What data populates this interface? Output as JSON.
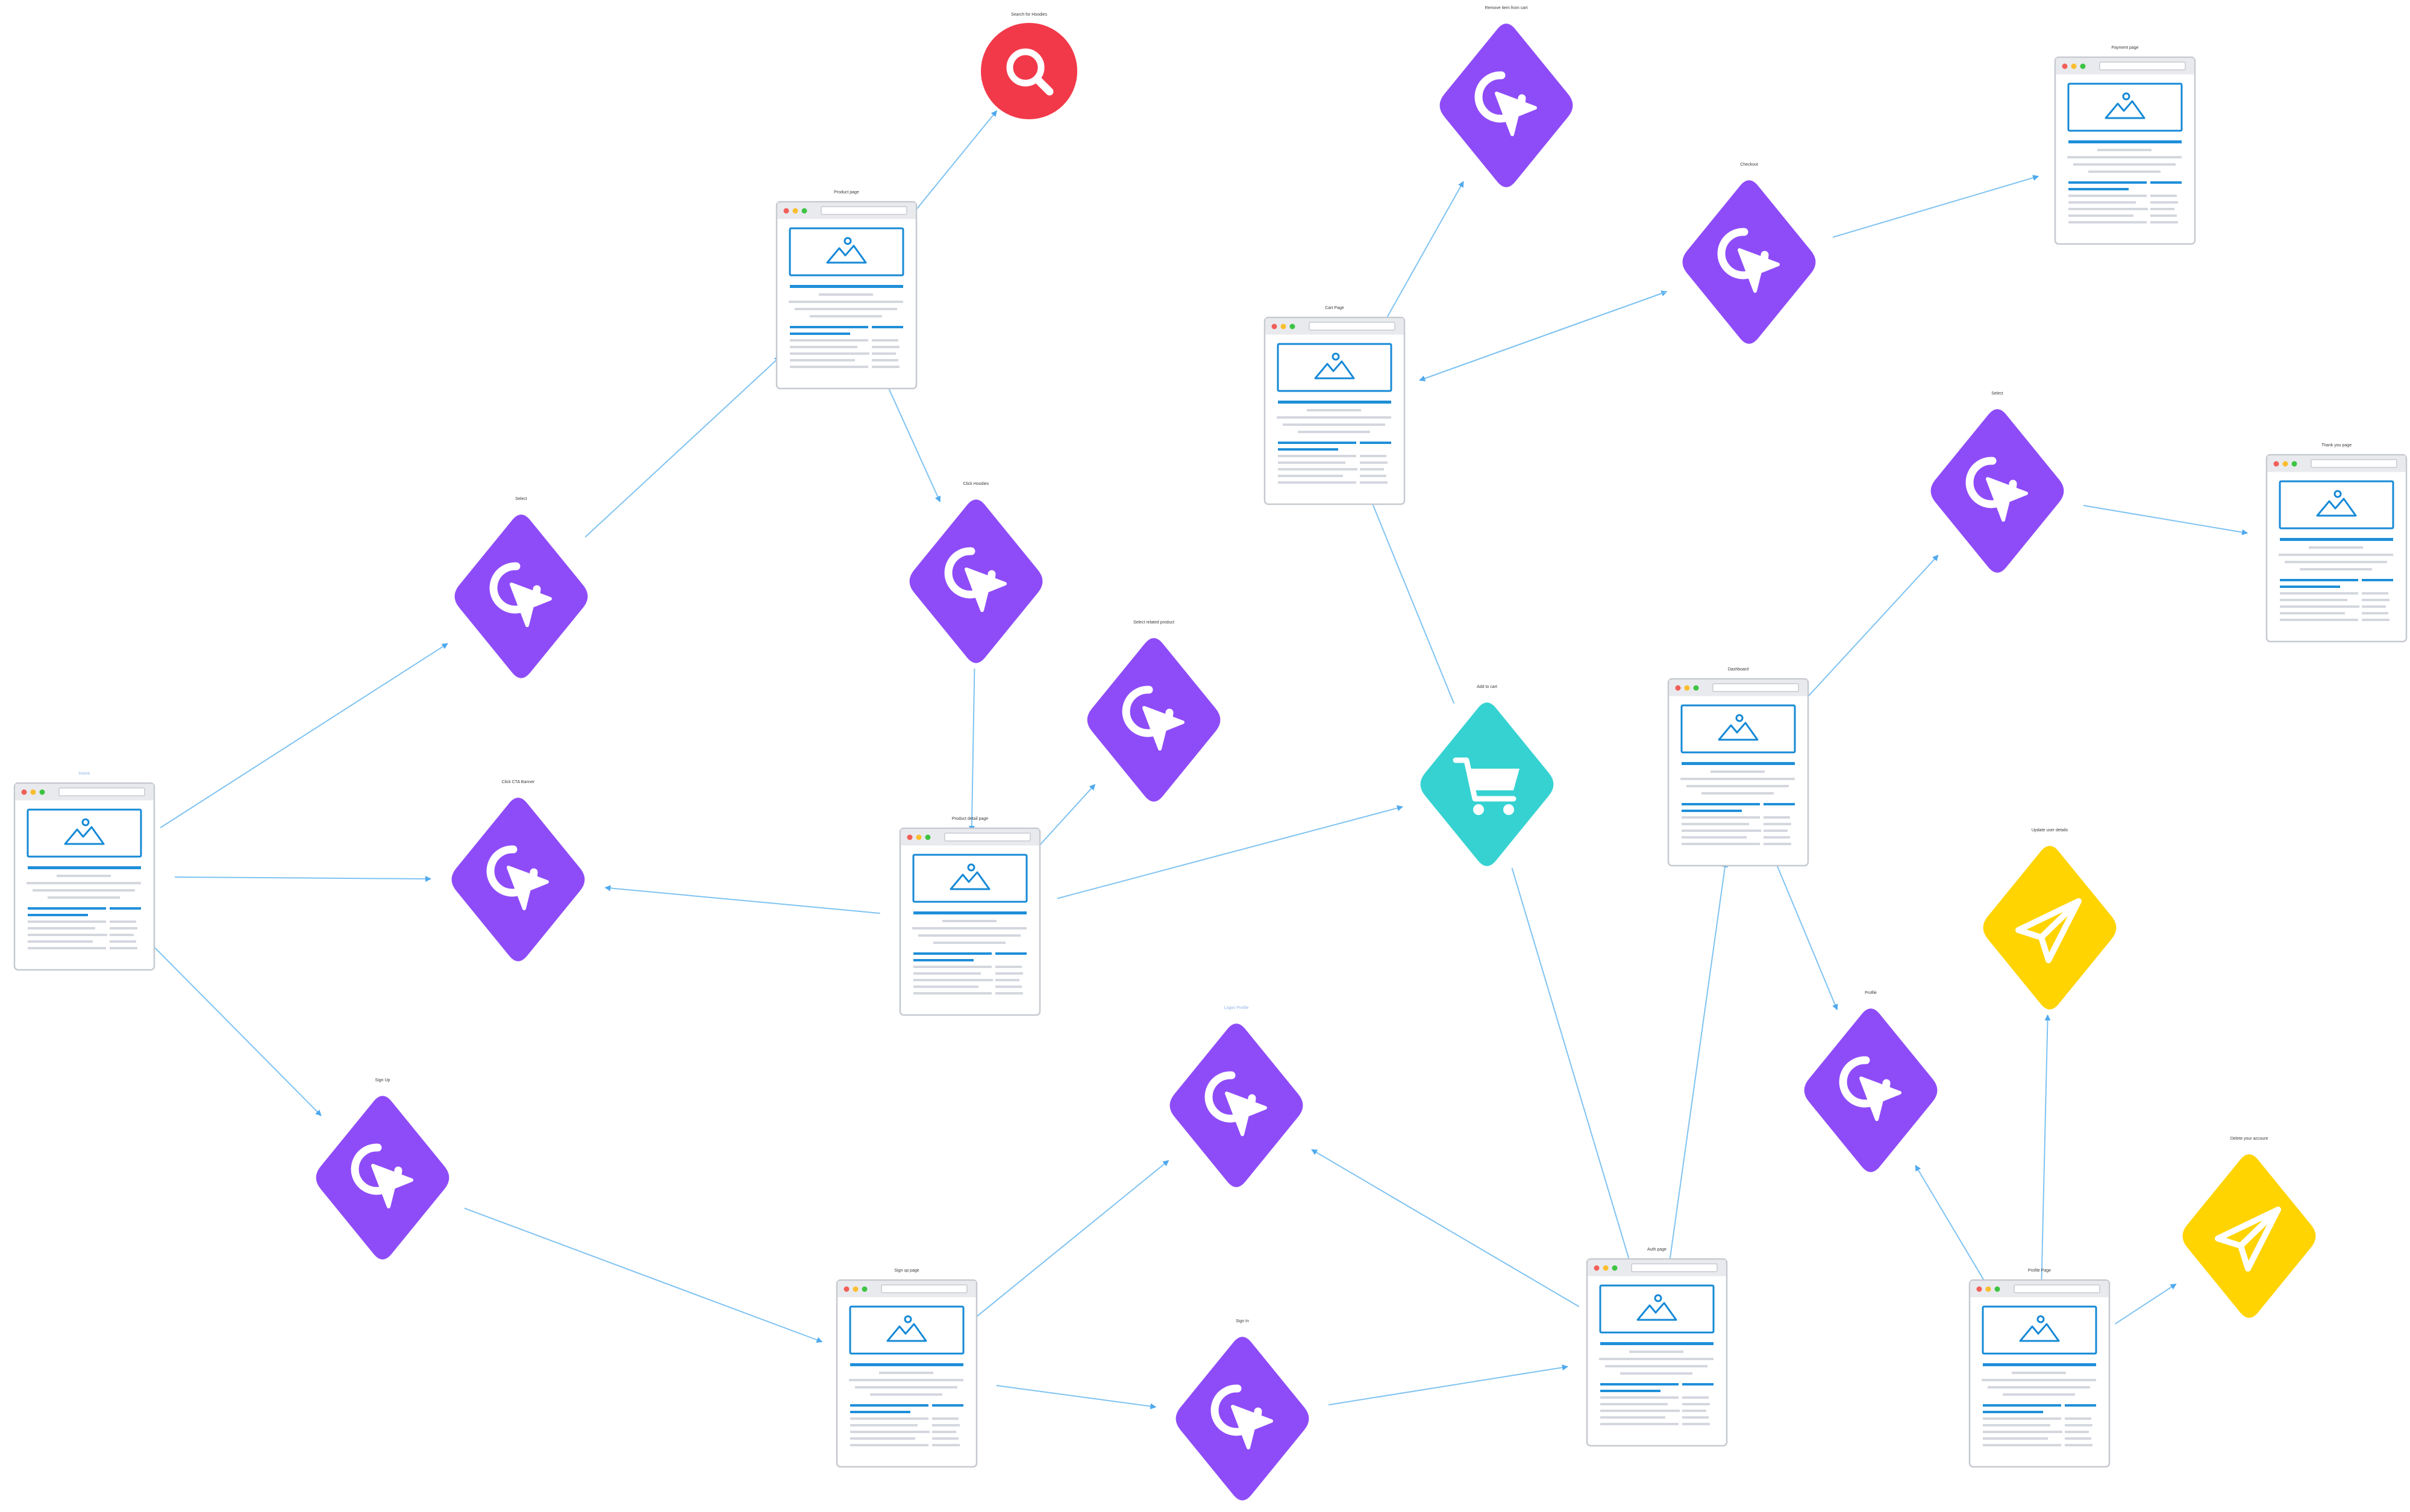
{
  "colors": {
    "click": "#8e4cf8",
    "search": "#f2394a",
    "cart": "#36d2d2",
    "submit": "#ffd400",
    "edge": "#7fc3f2",
    "accent_blue": "#1589d6"
  },
  "nodes": [
    {
      "id": "home",
      "kind": "page",
      "label": "Home"
    },
    {
      "id": "product-page",
      "kind": "page",
      "label": "Product page"
    },
    {
      "id": "cart-page",
      "kind": "page",
      "label": "Cart Page"
    },
    {
      "id": "payment-page",
      "kind": "page",
      "label": "Payment page"
    },
    {
      "id": "thank-you-page",
      "kind": "page",
      "label": "Thank you page"
    },
    {
      "id": "product-detail",
      "kind": "page",
      "label": "Product detail page"
    },
    {
      "id": "dashboard",
      "kind": "page",
      "label": "Dashboard"
    },
    {
      "id": "sign-up-page",
      "kind": "page",
      "label": "Sign up page"
    },
    {
      "id": "auth-page",
      "kind": "page",
      "label": "Auth page"
    },
    {
      "id": "profile-page",
      "kind": "page",
      "label": "Profile Page"
    },
    {
      "id": "search",
      "kind": "search",
      "icon": "search-icon",
      "label": "Search for Hoodies"
    },
    {
      "id": "click-select",
      "kind": "click",
      "icon": "cursor-click-icon",
      "label": "Select"
    },
    {
      "id": "click-hoodies",
      "kind": "click",
      "icon": "cursor-click-icon",
      "label": "Click Hoodies"
    },
    {
      "id": "click-remove",
      "kind": "click",
      "icon": "cursor-click-icon",
      "label": "Remove item from cart"
    },
    {
      "id": "click-checkout",
      "kind": "click",
      "icon": "cursor-click-icon",
      "label": "Checkout"
    },
    {
      "id": "click-confirm",
      "kind": "click",
      "icon": "cursor-click-icon",
      "label": "Select"
    },
    {
      "id": "click-hero-banner",
      "kind": "click",
      "icon": "cursor-click-icon",
      "label": "Click CTA Banner"
    },
    {
      "id": "click-related",
      "kind": "click",
      "icon": "cursor-click-icon",
      "label": "Select related product"
    },
    {
      "id": "cart-add",
      "kind": "cart",
      "icon": "shopping-cart-icon",
      "label": "Add to cart"
    },
    {
      "id": "click-signup",
      "kind": "click",
      "icon": "cursor-click-icon",
      "label": "Sign Up"
    },
    {
      "id": "click-login",
      "kind": "click",
      "icon": "cursor-click-icon",
      "label": "Login/ Profile"
    },
    {
      "id": "click-sign-in",
      "kind": "click",
      "icon": "cursor-click-icon",
      "label": "Sign In"
    },
    {
      "id": "click-profile",
      "kind": "click",
      "icon": "cursor-click-icon",
      "label": "Profile"
    },
    {
      "id": "submit-update",
      "kind": "submit",
      "icon": "paper-plane-icon",
      "label": "Update user details"
    },
    {
      "id": "submit-delete",
      "kind": "submit",
      "icon": "paper-plane-icon",
      "label": "Delete your account"
    }
  ],
  "edges": [
    [
      "home",
      "click-select"
    ],
    [
      "click-select",
      "product-page"
    ],
    [
      "home",
      "click-hero-banner"
    ],
    [
      "home",
      "click-signup"
    ],
    [
      "product-page",
      "search"
    ],
    [
      "product-page",
      "click-hoodies"
    ],
    [
      "click-hoodies",
      "product-detail"
    ],
    [
      "product-detail",
      "click-hero-banner"
    ],
    [
      "product-detail",
      "click-related"
    ],
    [
      "product-detail",
      "cart-add"
    ],
    [
      "cart-add",
      "cart-page"
    ],
    [
      "cart-page",
      "click-remove"
    ],
    [
      "cart-page",
      "click-checkout"
    ],
    [
      "click-checkout",
      "payment-page"
    ],
    [
      "click-checkout",
      "cart-page"
    ],
    [
      "dashboard",
      "click-confirm"
    ],
    [
      "click-confirm",
      "thank-you-page"
    ],
    [
      "dashboard",
      "click-profile"
    ],
    [
      "click-signup",
      "sign-up-page"
    ],
    [
      "sign-up-page",
      "click-login"
    ],
    [
      "sign-up-page",
      "click-sign-in"
    ],
    [
      "click-sign-in",
      "auth-page"
    ],
    [
      "auth-page",
      "click-login"
    ],
    [
      "auth-page",
      "dashboard"
    ],
    [
      "cart-add",
      "auth-page"
    ],
    [
      "profile-page",
      "click-profile"
    ],
    [
      "profile-page",
      "submit-update"
    ],
    [
      "profile-page",
      "submit-delete"
    ]
  ]
}
